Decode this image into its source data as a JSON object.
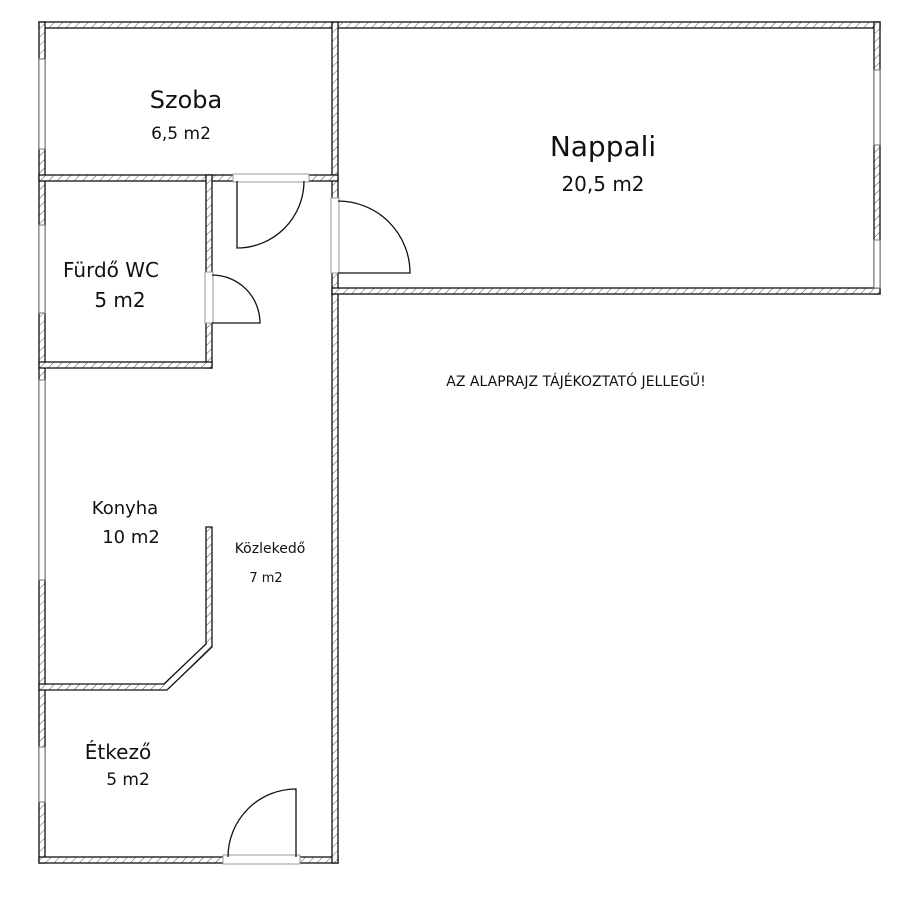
{
  "plan": {
    "rooms": [
      {
        "name": "Szoba",
        "area": "6,5 m2"
      },
      {
        "name": "Nappali",
        "area": "20,5 m2"
      },
      {
        "name": "Fürdő WC",
        "area": "5 m2"
      },
      {
        "name": "Konyha",
        "area": "10 m2"
      },
      {
        "name": "Közlekedő",
        "area": "7 m2"
      },
      {
        "name": "Étkező",
        "area": "5 m2"
      }
    ],
    "note": "AZ ALAPRAJZ TÁJÉKOZTATÓ JELLEGŰ!"
  }
}
